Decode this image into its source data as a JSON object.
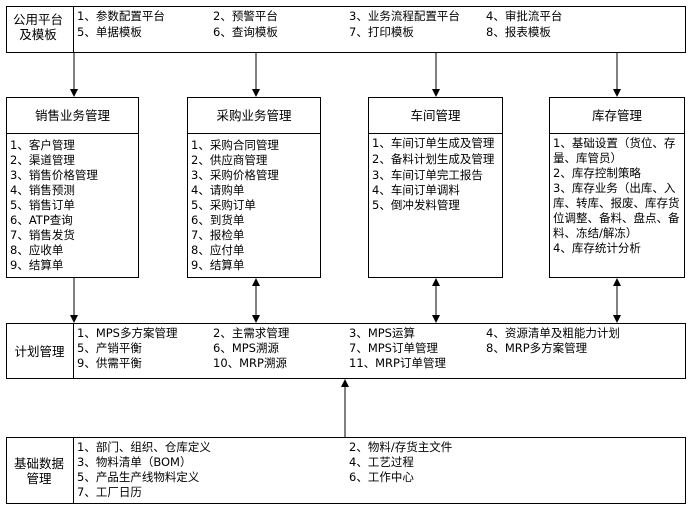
{
  "top": {
    "label": "公用平台及模板",
    "items": [
      "1、参数配置平台",
      "2、预警平台",
      "3、业务流程配置平台",
      "4、审批流平台",
      "5、单据模板",
      "6、查询模板",
      "7、打印模板",
      "8、报表模板"
    ]
  },
  "sales": {
    "title": "销售业务管理",
    "items": [
      "1、客户管理",
      "2、渠道管理",
      "3、销售价格管理",
      "4、销售预测",
      "5、销售订单",
      "6、ATP查询",
      "7、销售发货",
      "8、应收单",
      "9、结算单"
    ]
  },
  "purchase": {
    "title": "采购业务管理",
    "items": [
      "1、采购合同管理",
      "2、供应商管理",
      "3、采购价格管理",
      "4、请购单",
      "5、采购订单",
      "6、到货单",
      "7、报检单",
      "8、应付单",
      "9、结算单"
    ]
  },
  "workshop": {
    "title": "车间管理",
    "items": [
      "1、车间订单生成及管理",
      "2、备料计划生成及管理",
      "3、车间订单完工报告",
      "4、车间订单调料",
      "5、倒冲发料管理"
    ]
  },
  "inventory": {
    "title": "库存管理",
    "items": [
      "1、基础设置（货位、存量、库管员）",
      "2、库存控制策略",
      "3、库存业务（出库、入库、转库、报废、库存货位调整、备料、盘点、备料、冻结/解冻）",
      "4、库存统计分析"
    ]
  },
  "plan": {
    "label": "计划管理",
    "items": [
      "1、MPS多方案管理",
      "2、主需求管理",
      "3、MPS运算",
      "4、资源清单及粗能力计划",
      "5、产销平衡",
      "6、MPS溯源",
      "7、MPS订单管理",
      "8、MRP多方案管理",
      "9、供需平衡",
      "10、MRP溯源",
      "11、MRP订单管理"
    ]
  },
  "base": {
    "label": "基础数据管理",
    "items": [
      "1、部门、组织、仓库定义",
      "2、物料/存货主文件",
      "3、物料清单（BOM）",
      "4、工艺过程",
      "5、产品生产线物料定义",
      "6、工作中心",
      "7、工厂日历"
    ]
  }
}
